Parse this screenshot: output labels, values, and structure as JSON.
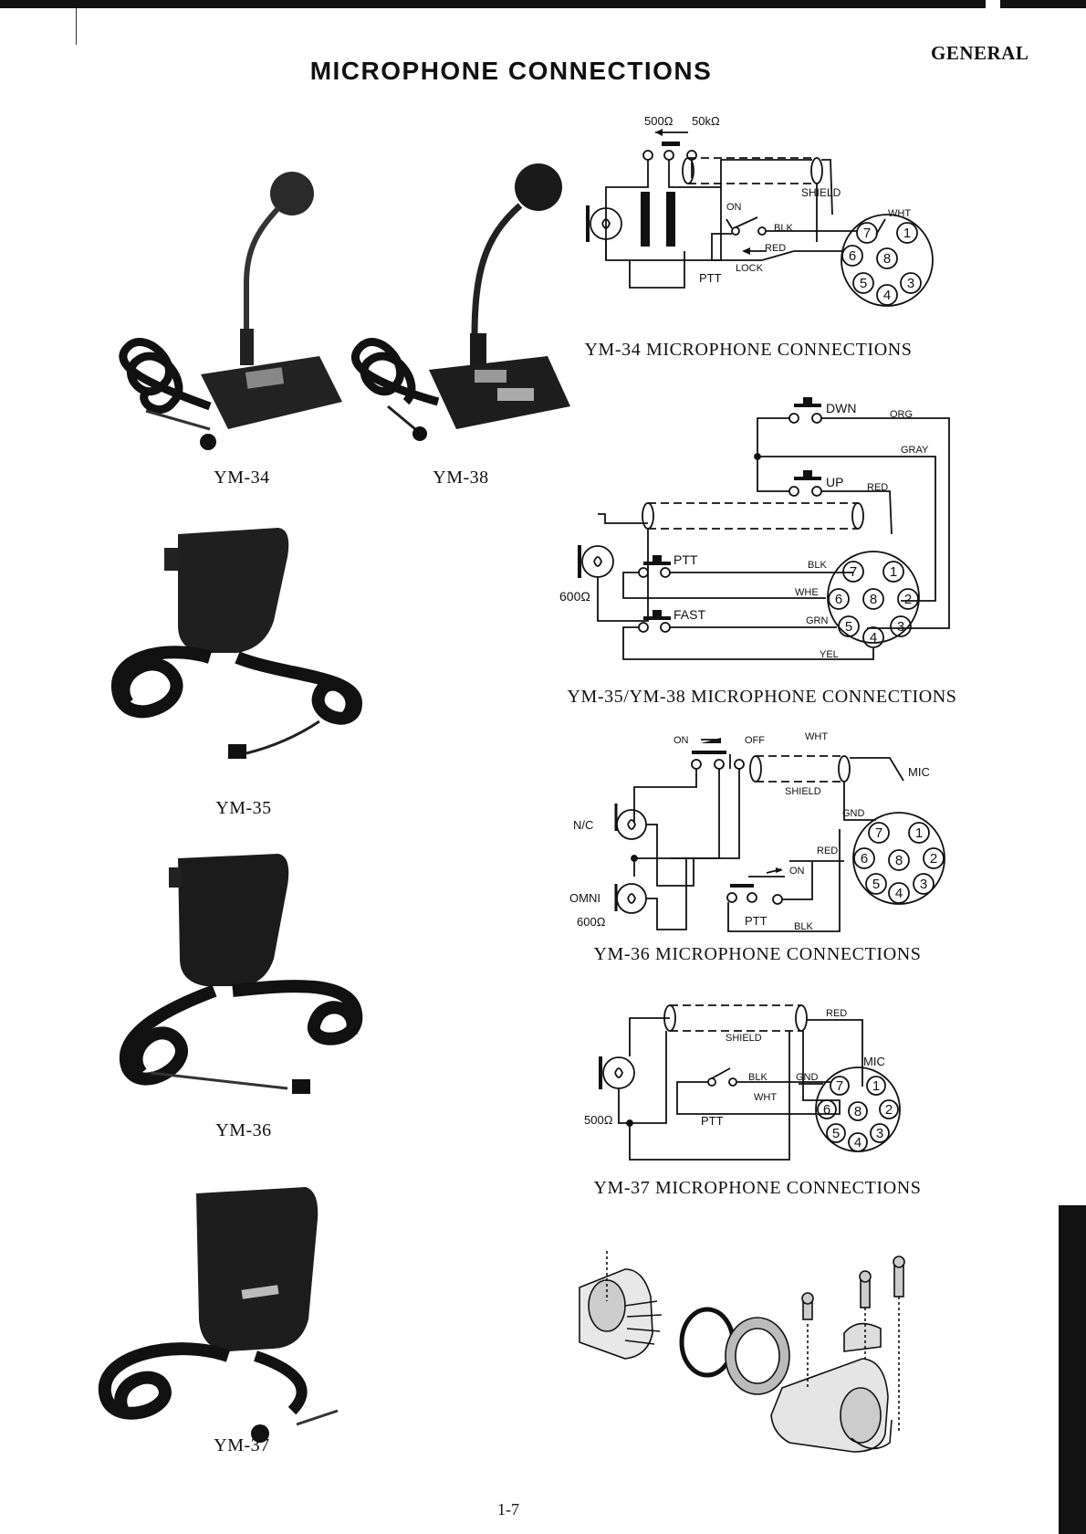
{
  "header": {
    "section": "GENERAL"
  },
  "title": "MICROPHONE CONNECTIONS",
  "models": {
    "ym34": "YM-34",
    "ym38": "YM-38",
    "ym35": "YM-35",
    "ym36": "YM-36",
    "ym37": "YM-37"
  },
  "diagrams": {
    "ym34": {
      "caption": "YM-34 MICROPHONE CONNECTIONS",
      "labels": {
        "imp_low": "500Ω",
        "imp_high": "50kΩ",
        "shield": "SHIELD",
        "on": "ON",
        "blk": "BLK",
        "red": "RED",
        "lock": "LOCK",
        "ptt": "PTT",
        "wht": "WHT"
      }
    },
    "ym35_38": {
      "caption": "YM-35/YM-38 MICROPHONE CONNECTIONS",
      "labels": {
        "dwn": "DWN",
        "org": "ORG",
        "gray": "GRAY",
        "up": "UP",
        "red": "RED",
        "ptt": "PTT",
        "blk": "BLK",
        "whe": "WHE",
        "fast": "FAST",
        "grn": "GRN",
        "yel": "YEL",
        "imp": "600Ω"
      }
    },
    "ym36": {
      "caption": "YM-36 MICROPHONE CONNECTIONS",
      "labels": {
        "on_top": "ON",
        "off": "OFF",
        "wht": "WHT",
        "shield": "SHIELD",
        "mic": "MIC",
        "gnd": "GND",
        "nc": "N/C",
        "red": "RED",
        "on": "ON",
        "omni": "OMNI",
        "imp": "600Ω",
        "ptt": "PTT",
        "blk": "BLK"
      }
    },
    "ym37": {
      "caption": "YM-37 MICROPHONE CONNECTIONS",
      "labels": {
        "red": "RED",
        "shield": "SHIELD",
        "mic": "MIC",
        "blk": "BLK",
        "gnd": "GND",
        "wht": "WHT",
        "imp": "500Ω",
        "ptt": "PTT"
      }
    }
  },
  "connector_pins": [
    "7",
    "1",
    "6",
    "8",
    "2",
    "5",
    "4",
    "3"
  ],
  "page_number": "1-7"
}
